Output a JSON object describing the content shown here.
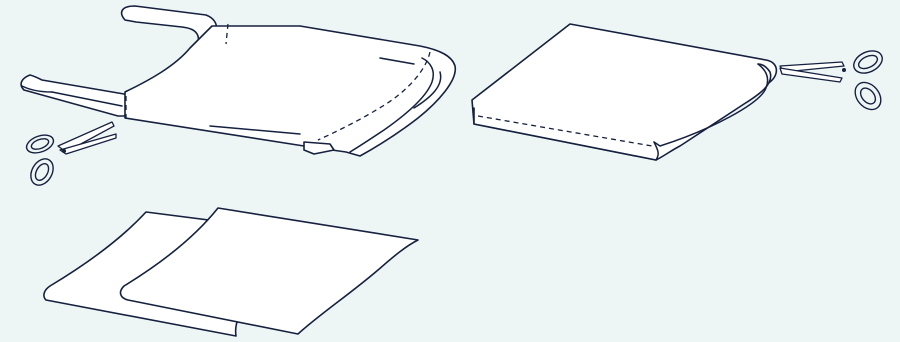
{
  "illustration": {
    "background_color": "#eef5f5",
    "stroke_color": "#15213f",
    "fill_color": "#ffffff",
    "steps": [
      {
        "id": "step-1",
        "subject": "plastic-bag-with-handles",
        "tool": "scissors-icon"
      },
      {
        "id": "step-2",
        "subject": "folded-bag-tube",
        "tool": "scissors-icon"
      },
      {
        "id": "step-3",
        "subject": "two-plastic-sheets",
        "tool": ""
      }
    ]
  }
}
